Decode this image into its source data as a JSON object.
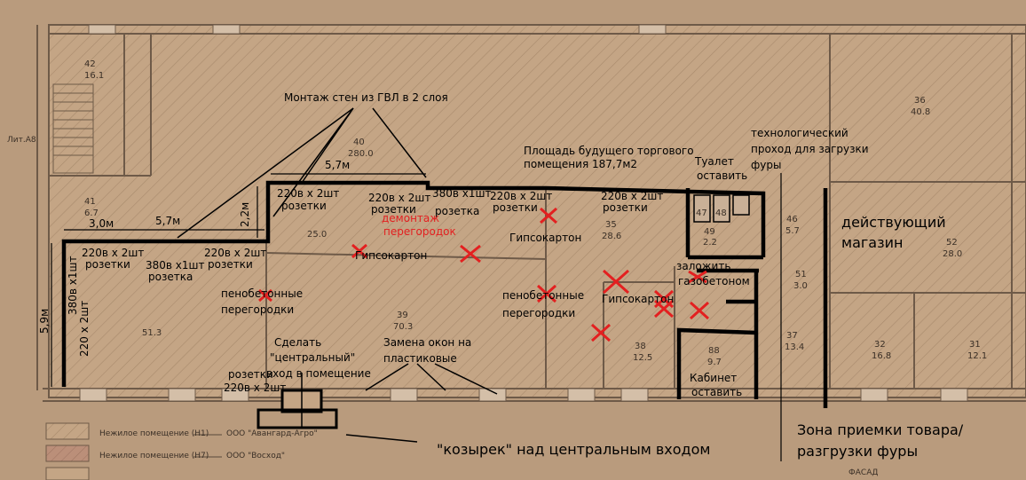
{
  "annotations": {
    "gvl_walls": "Монтаж стен из ГВЛ в 2 слоя",
    "future_area_1": "Площадь будущего  торгового",
    "future_area_2": "помещения 187,7м2",
    "tech_pass_1": "технологический",
    "tech_pass_2": "проход для загрузки",
    "tech_pass_3": "фуры",
    "toilet_1": "Туалет",
    "toilet_2": "оставить",
    "store_1": "действующий",
    "store_2": "магазин",
    "demolish_1": "демонтаж",
    "demolish_2": "перегородок",
    "drywall_1": "Гипсокартон",
    "drywall_2": "Гипсокартон",
    "drywall_3": "Гипсокартон",
    "foam_1a": "пенобетонные",
    "foam_1b": "перегородки",
    "foam_2a": "пенобетонные",
    "foam_2b": "перегородки",
    "brick_1": "заложить",
    "brick_2": "газобетоном",
    "cabinet_1": "Кабинет",
    "cabinet_2": "оставить",
    "entrance_1": "Сделать",
    "entrance_2": "\"центральный\"",
    "entrance_3": "вход в помещение",
    "windows_1": "Замена окон на",
    "windows_2": "пластиковые",
    "canopy": "\"козырек\" над центральным входом",
    "loading_1": "Зона приемки товара/",
    "loading_2": "разгрузки фуры",
    "facade": "ФАСАД",
    "lit": "Лит.А8"
  },
  "sockets": {
    "s1a": "220в х 2шт",
    "s1b": "розетки",
    "s2a": "380в х1шт",
    "s2b": "розетка",
    "s3a": "220в х 2шт",
    "s3b": "розетки",
    "s4a": "220в х 2шт",
    "s4b": "розетки",
    "s5a": "220в х 2шт",
    "s5b": "розетки",
    "s6a": "380в х1шт",
    "s6b": "розетка",
    "s7a": "220в х 2шт",
    "s7b": "розетки",
    "s8a": "220в х 2шт",
    "s8b": "розетки",
    "s9a": "розетки",
    "s9b": "220в х 2шт",
    "v1": "380в х1шт",
    "v2": "220 х 2шт"
  },
  "dimensions": {
    "d1": "5,7м",
    "d2": "3,0м",
    "d3": "5,7м",
    "d4": "2,2м",
    "d5": "5,9м"
  },
  "rooms": {
    "r42a": "42",
    "r42b": "16.1",
    "r40a": "40",
    "r40b": "280.0",
    "r41a": "41",
    "r41b": "6.7",
    "r250": "25.0",
    "r35a": "35",
    "r35b": "28.6",
    "r47": "47",
    "r48": "48",
    "r49a": "49",
    "r49b": "2.2",
    "r36a": "36",
    "r36b": "40.8",
    "r46a": "46",
    "r46b": "5.7",
    "r52a": "52",
    "r52b": "28.0",
    "r51a": "51",
    "r51b": "3.0",
    "r513": "51.3",
    "r39a": "39",
    "r39b": "70.3",
    "r38a": "38",
    "r38b": "12.5",
    "r88a": "88",
    "r88b": "9.7",
    "r37a": "37",
    "r37b": "13.4",
    "r32a": "32",
    "r32b": "16.8",
    "r31a": "31",
    "r31b": "12.1"
  },
  "legend": {
    "row1": "Нежилое помещение (Н1)",
    "owner1": "ООО \"Авангард-Агро\"",
    "row2": "Нежилое помещение (Н7)",
    "owner2": "ООО \"Восход\""
  }
}
